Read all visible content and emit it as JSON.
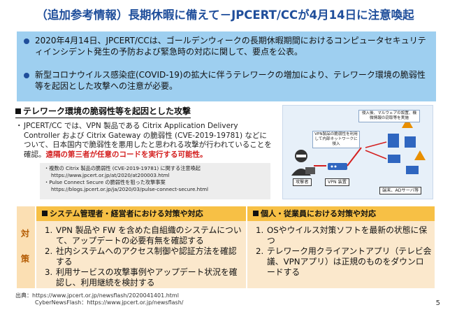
{
  "title": "（追加参考情報）長期休暇に備えて－JPCERT/CCが4月14日に注意喚起",
  "summary": [
    "2020年4月14日、JPCERT/CCは、ゴールデンウィークの長期休暇期間におけるコンピュータセキュリティインシデント発生の予防および緊急時の対応に関して、要点を公表。",
    "新型コロナウイルス感染症(COVID-19)の拡大に伴うテレワークの増加により、テレワーク環境の脆弱性等を起因とした攻撃への注意が必要。"
  ],
  "section_heading": "テレワーク環境の脆弱性等を起因とした攻撃",
  "main_bullet": {
    "marker": "・",
    "text": "JPCERT/CC では、VPN 製品である Citrix Application Delivery Controller および Citrix Gateway の脆弱性 (CVE-2019-19781) などについて、日本国内で脆弱性を悪用したと思われる攻撃が行われていることを確認。",
    "highlight": "遠隔の第三者が任意のコードを実行する可能性。"
  },
  "references": [
    {
      "label": "・複数の Citrix 製品の脆弱性 (CVE-2019-19781) に関する注意喚起",
      "url": "https://www.jpcert.or.jp/at/2020/at200003.html"
    },
    {
      "label": "・Pulse Connect Secure の脆弱性を狙った攻撃事案",
      "url": "https://blogs.jpcert.or.jp/ja/2020/03/pulse-connect-secure.html"
    }
  ],
  "diagram": {
    "top_note": "侵入後、マルウェアの設置、機微情報の窃取等を実施",
    "mid_note": "VPN製品の脆弱性を利用して内部ネットワークに侵入",
    "attacker_label": "攻撃者",
    "vpn_label": "VPN 装置",
    "servers_label": "端末、ADサーバ等"
  },
  "measures": {
    "side_chars": [
      "対",
      "策"
    ],
    "admin": {
      "heading": "システム管理者・経営者における対策や対応",
      "items": [
        {
          "n": "1.",
          "text": "VPN 製品や FW を含めた自組織のシステムについて、アップデートの必要有無を確認する"
        },
        {
          "n": "2.",
          "text": "社内システムへのアクセス制御や認証方法を確認する"
        },
        {
          "n": "3.",
          "text": "利用サービスの攻撃事例やアップデート状況を確認し、利用継続を検討する"
        }
      ]
    },
    "personal": {
      "heading": "個人・従業員における対策や対応",
      "items": [
        {
          "n": "1.",
          "text": "OSやウイルス対策ソフトを最新の状態に保つ"
        },
        {
          "n": "2.",
          "text": "テレワーク用クライアントアプリ（テレビ会議、VPNアプリ）は正規のものをダウンロードする"
        }
      ]
    }
  },
  "source": {
    "line1": "出典：https://www.jpcert.or.jp/newsflash/2020041401.html",
    "line2": "CyberNewsFlash：https://www.jpcert.or.jp/newsflash/"
  },
  "page_number": "5",
  "colors": {
    "title": "#1f4e9b",
    "summary_box": "#9ecff0",
    "highlight": "#d42020",
    "measure_header": "#f7c045",
    "measure_body": "#fbe8cc",
    "measure_side": "#fbdfb3"
  }
}
